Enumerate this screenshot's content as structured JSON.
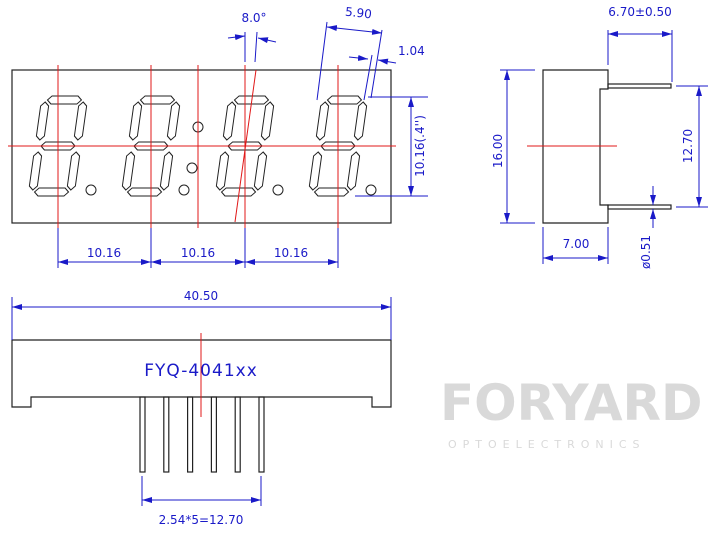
{
  "watermark": {
    "brand": "FORYARD",
    "sub": "OPTOELECTRONICS"
  },
  "front_view": {
    "digit_count": 4,
    "dims": {
      "angle": "8.0°",
      "digit_width": "5.90",
      "segment_width": "1.04",
      "digit_height": "10.16(.4'')",
      "pitch_1": "10.16",
      "pitch_2": "10.16",
      "pitch_3": "10.16"
    }
  },
  "side_view": {
    "dims": {
      "pin_length": "6.70±0.50",
      "height": "16.00",
      "pin_spacing": "12.70",
      "depth": "7.00",
      "pin_diameter": "ø0.51"
    }
  },
  "bottom_view": {
    "part_number": "FYQ-4041xx",
    "pin_count": 6,
    "dims": {
      "width": "40.50",
      "pin_pitch": "2.54*5=12.70"
    }
  },
  "colors": {
    "dimension": "#1a1ac8",
    "centerline": "#e01818",
    "outline": "#222222"
  }
}
